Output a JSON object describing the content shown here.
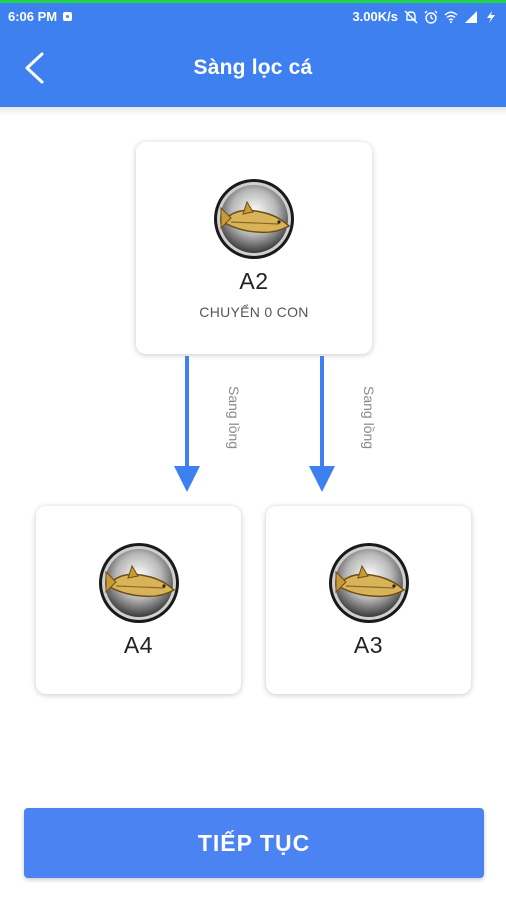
{
  "status_bar": {
    "time": "6:06 PM",
    "speed": "3.00K/s"
  },
  "header": {
    "title": "Sàng lọc cá"
  },
  "source_tank": {
    "name": "A2",
    "subtitle": "CHUYỂN 0 CON"
  },
  "transfers": [
    {
      "label": "Sang lồng"
    },
    {
      "label": "Sang lồng"
    }
  ],
  "target_tanks": [
    {
      "name": "A4"
    },
    {
      "name": "A3"
    }
  ],
  "footer": {
    "continue_label": "TIẾP TỤC"
  },
  "colors": {
    "primary": "#3f80f0",
    "button": "#4b84f2",
    "indicator": "#1fd34a"
  },
  "icons": {
    "back": "chevron-left-icon",
    "fish": "fish-icon"
  }
}
